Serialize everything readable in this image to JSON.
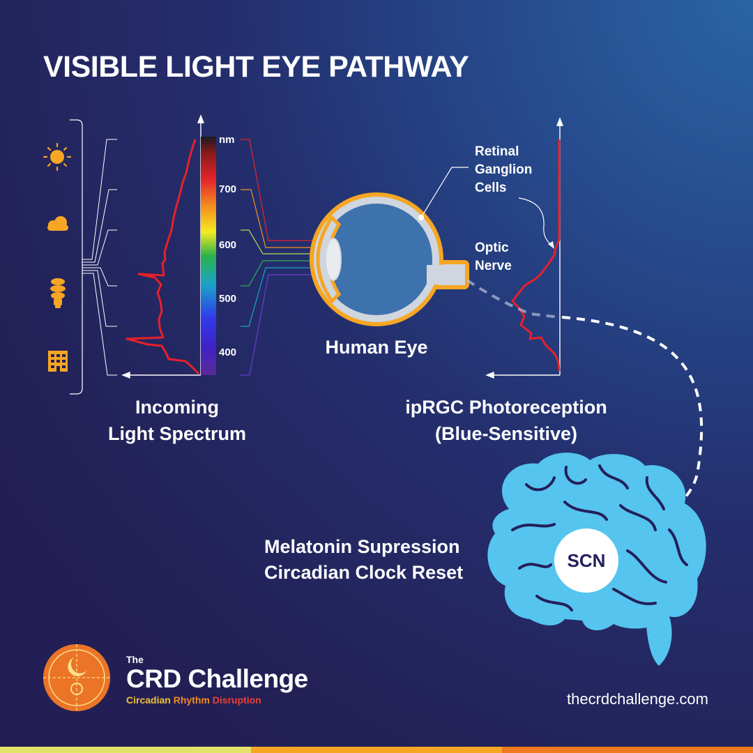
{
  "title": "VISIBLE LIGHT EYE PATHWAY",
  "spectrum_bar": {
    "unit": "nm",
    "ticks": [
      "700",
      "600",
      "500",
      "400"
    ]
  },
  "captions": {
    "incoming": [
      "Incoming",
      "Light Spectrum"
    ],
    "eye": "Human Eye",
    "iprgc": [
      "ipRGC Photoreception",
      "(Blue-Sensitive)"
    ]
  },
  "eye_labels": {
    "retinal": [
      "Retinal",
      "Ganglion",
      "Cells"
    ],
    "optic": [
      "Optic",
      "Nerve"
    ]
  },
  "light_sources": [
    "sun-icon",
    "cloud-icon",
    "bulb-icon",
    "building-icon"
  ],
  "brain": {
    "scn_label": "SCN",
    "effect": [
      "Melatonin Supression",
      "Circadian Clock Reset"
    ]
  },
  "brand": {
    "the": "The",
    "name": "CRD Challenge",
    "tagline": [
      "Circadian",
      " Rhythm",
      " Disruption"
    ],
    "tagline_colors": [
      "#f2c230",
      "#f5891f",
      "#e6443a"
    ]
  },
  "website": "thecrdchallenge.com",
  "colors": {
    "curve": "#e8202a",
    "eye_outline": "#f6a623",
    "eye_fill": "#3d72ad",
    "brain": "#55c4ef",
    "icon": "#f6a623",
    "footer": [
      "#e3e36a",
      "#f6a623",
      "#ef7a1f"
    ]
  }
}
